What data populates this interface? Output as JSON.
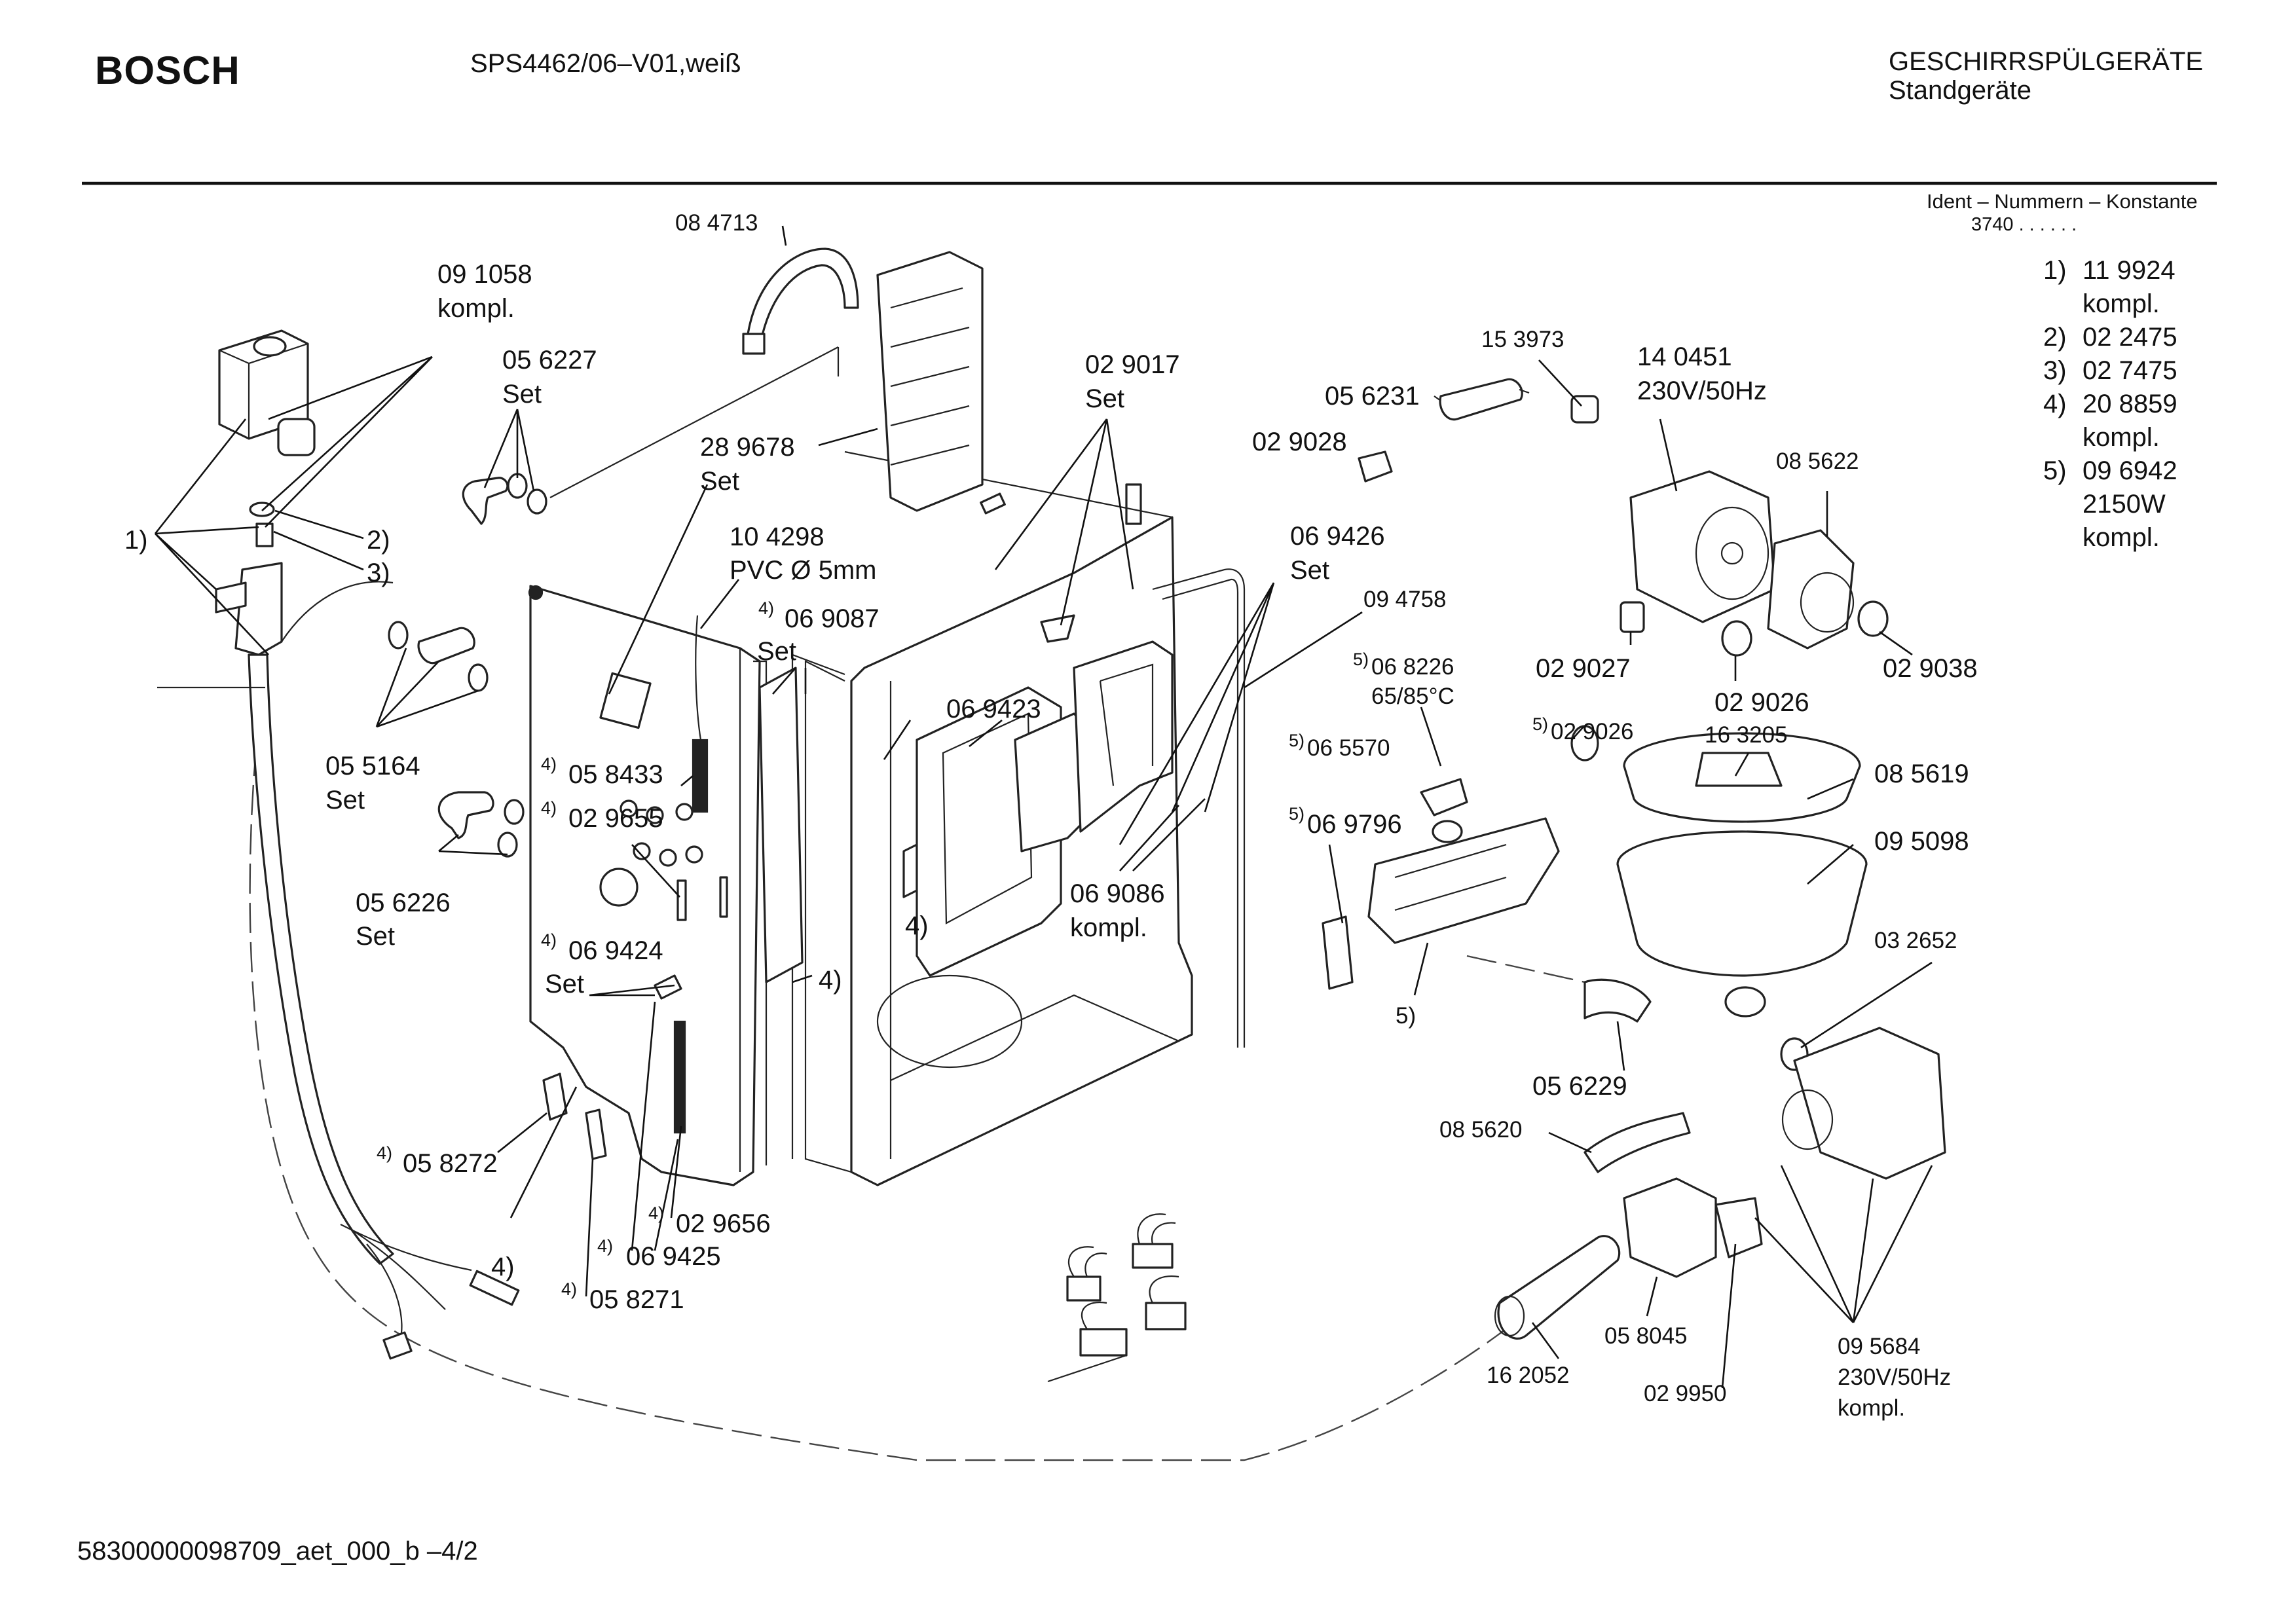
{
  "header": {
    "brand": "BOSCH",
    "model": "SPS4462/06–V01,weiß",
    "category": "GESCHIRRSPÜLGERÄTE",
    "subcategory": "Standgeräte",
    "ident_title": "Ident – Nummern – Konstante",
    "ident_value": "3740 .  .   .  .  .  ."
  },
  "legend": [
    {
      "num": "1)",
      "line1": "11 9924",
      "line2": "kompl."
    },
    {
      "num": "2)",
      "line1": "02 2475",
      "line2": ""
    },
    {
      "num": "3)",
      "line1": "02 7475",
      "line2": ""
    },
    {
      "num": "4)",
      "line1": "20 8859",
      "line2": "kompl."
    },
    {
      "num": "5)",
      "line1": "09 6942",
      "line2": "2150W",
      "line3": "kompl."
    }
  ],
  "callouts": {
    "c084713": "08 4713",
    "c091058": "09 1058",
    "c091058b": "kompl.",
    "c056227": "05 6227",
    "c056227b": "Set",
    "c289678": "28 9678",
    "c289678b": "Set",
    "c029017": "02 9017",
    "c029017b": "Set",
    "c153973": "15 3973",
    "c056231": "05 6231",
    "c029028": "02 9028",
    "c140451": "14 0451",
    "c140451b": "230V/50Hz",
    "c085622": "08 5622",
    "m1": "1)",
    "m2": "2)",
    "m3": "3)",
    "c104298": "10 4298",
    "c104298b": "PVC Ø 5mm",
    "c069087": "06 9087",
    "c069087b": "Set",
    "c069426": "06 9426",
    "c069426b": "Set",
    "c094758": "09 4758",
    "c029027": "02 9027",
    "c029026a": "02 9026",
    "c029038": "02 9038",
    "c068226": "06 8226",
    "c068226b": "65/85°C",
    "c055164": "05 5164",
    "c055164b": "Set",
    "c058433": "05 8433",
    "c069423": "06 9423",
    "c065570": "06 5570",
    "c029026b": "02 9026",
    "c163205": "16 3205",
    "c085619": "08 5619",
    "c029655": "02 9655",
    "c069796": "06 9796",
    "c095098": "09 5098",
    "c056226": "05 6226",
    "c056226b": "Set",
    "c069086": "06 9086",
    "c069086b": "kompl.",
    "m4a": "4)",
    "c069424": "06 9424",
    "c069424b": "Set",
    "c032652": "03 2652",
    "m4b": "4)",
    "m5": "5)",
    "c056229": "05 6229",
    "c085620": "08 5620",
    "c058272": "05 8272",
    "c029656": "02 9656",
    "m4c": "4)",
    "c069425": "06 9425",
    "c058271": "05 8271",
    "c058045": "05 8045",
    "c095684": "09 5684",
    "c095684b": "230V/50Hz",
    "c095684c": "kompl.",
    "c162052": "16 2052",
    "c029950": "02 9950",
    "sup4": "4)",
    "sup5": "5)"
  },
  "footer": {
    "doc_id": "58300000098709_aet_000_b   –4/2"
  }
}
